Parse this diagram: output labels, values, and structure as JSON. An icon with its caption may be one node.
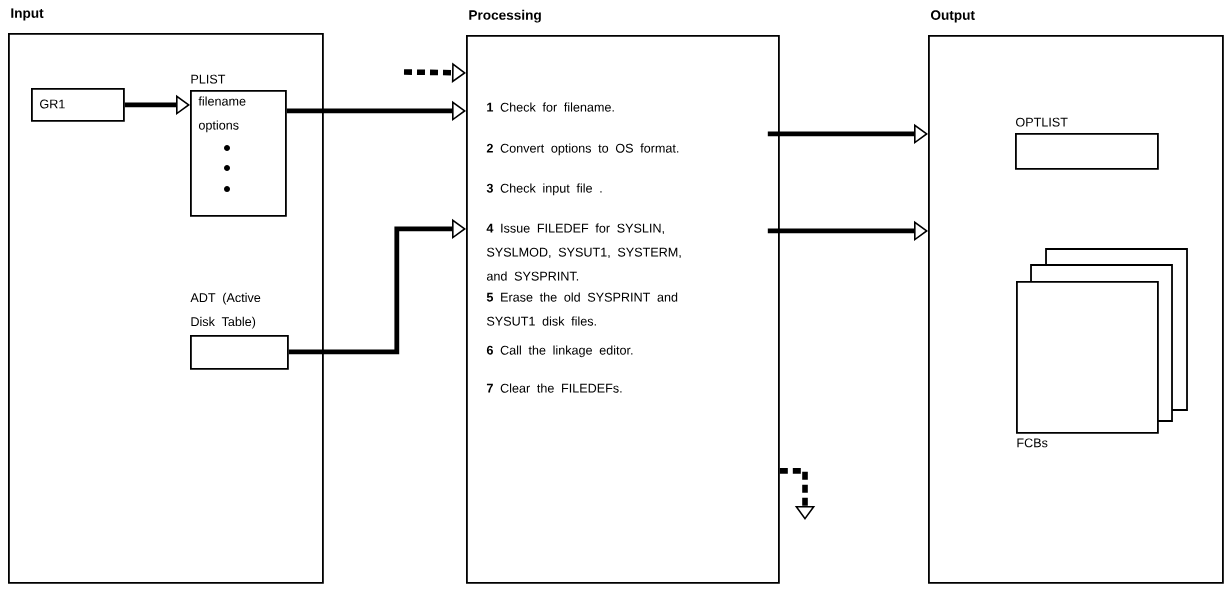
{
  "diagram": {
    "nodes": [
      {
        "text": [
          "Input"
        ]
      },
      {
        "text": [
          "GR1"
        ],
        "in": 0
      },
      {
        "text": [
          "PLIST",
          "filename options"
        ],
        "in": 0
      },
      {
        "text": [
          "ADT (Active Disk Table)"
        ],
        "in": 0
      },
      {
        "text": [
          "Processing",
          "**1** Check for filename.",
          "**2** Convert options to OS format.",
          "**3** Check input file .",
          "**4** Issue FILEDEF for SYSLIN, SYSLMOD, SYSUT1, SYSTERM, and SYSPRINT.",
          "**5** Erase the old SYSPRINT and SYSUT1 disk files.",
          "**6** Call the linkage editor.",
          "**7** Clear the FILEDEFs."
        ]
      },
      {
        "text": [
          "Output"
        ]
      },
      {
        "text": [
          "OPTLIST"
        ],
        "in": 5
      },
      {
        "text": [
          "FCBs"
        ],
        "in": 5
      }
    ],
    "edges": [
      {
        "from": 1,
        "to": 2,
        "arrow": "to"
      },
      {
        "from": 2,
        "to": 4,
        "arrow": "to"
      },
      {
        "from": 3,
        "to": 4,
        "arrow": "to"
      },
      {
        "from": 4,
        "to": 5,
        "arrow": "to"
      },
      {
        "from": 4,
        "to": 5,
        "arrow": "to"
      },
      {
        "from": null,
        "to": 4,
        "arrow": "to",
        "style": "dashed"
      },
      {
        "from": 4,
        "to": null,
        "arrow": "to",
        "style": "dashed"
      }
    ]
  }
}
